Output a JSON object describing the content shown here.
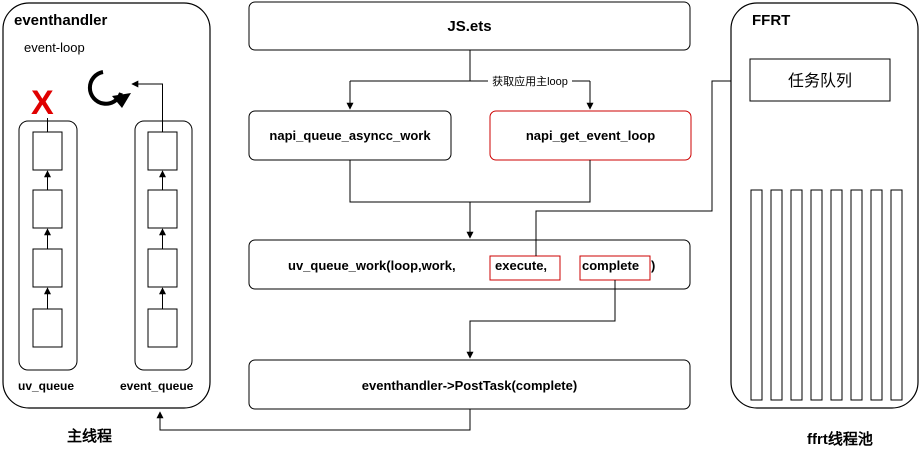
{
  "main_thread": {
    "title": "eventhandler",
    "subtitle": "event-loop",
    "left_queue_label": "uv_queue",
    "right_queue_label": "event_queue",
    "caption": "主线程",
    "cross_mark": "X",
    "cross_color": "#e00000"
  },
  "flow": {
    "js_box": "JS.ets",
    "branch_label": "获取应用主loop",
    "napi_queue": "napi_queue_asyncc_work",
    "napi_get": "napi_get_event_loop",
    "uv_prefix": "uv_queue_work(loop,work,",
    "uv_execute": "execute,",
    "uv_complete": "complete",
    "uv_suffix": ")",
    "post_task": "eventhandler->PostTask(complete)",
    "highlight_color": "#cc0000"
  },
  "ffrt": {
    "title": "FFRT",
    "task_queue": "任务队列",
    "caption": "ffrt线程池"
  }
}
